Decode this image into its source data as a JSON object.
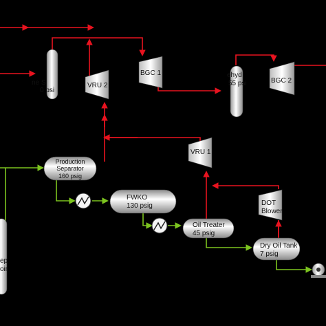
{
  "colors": {
    "gas_line": "#e8131f",
    "liquid_line": "#7cc41f",
    "background": "#000000",
    "equipment_light": "#f5f5f5",
    "equipment_shade": "#8c8c8c"
  },
  "top_label": "",
  "equipment": {
    "production_separator": {
      "name_1": "Production",
      "name_2": "Separator",
      "pressure": "160 psig"
    },
    "fwko": {
      "name": "FWKO",
      "pressure": "130 psig"
    },
    "oil_treater": {
      "name": "Oil Treater",
      "pressure": "45 psig"
    },
    "dry_oil_tank": {
      "name": "Dry Oil Tank",
      "pressure": "7 psig"
    },
    "vru_1": {
      "name": "VRU 1"
    },
    "vru_2": {
      "name": "VRU 2"
    },
    "bgc_1": {
      "name": "BGC 1"
    },
    "bgc_2": {
      "name": "BGC 2"
    },
    "dot_blower": {
      "name_1": "DOT",
      "name_2": "Blower"
    },
    "line_scrubber": {
      "label_1": "ne S",
      "label_2": "0 psi"
    },
    "dehydrator": {
      "label_1": "ehyd",
      "label_2": "55 psi"
    },
    "left_vessel": {
      "label_1": "ep",
      "label_2": "oir"
    }
  },
  "icons": [
    "control-valve-icon",
    "control-valve-icon",
    "pump-icon",
    "flow-arrow-icon"
  ]
}
